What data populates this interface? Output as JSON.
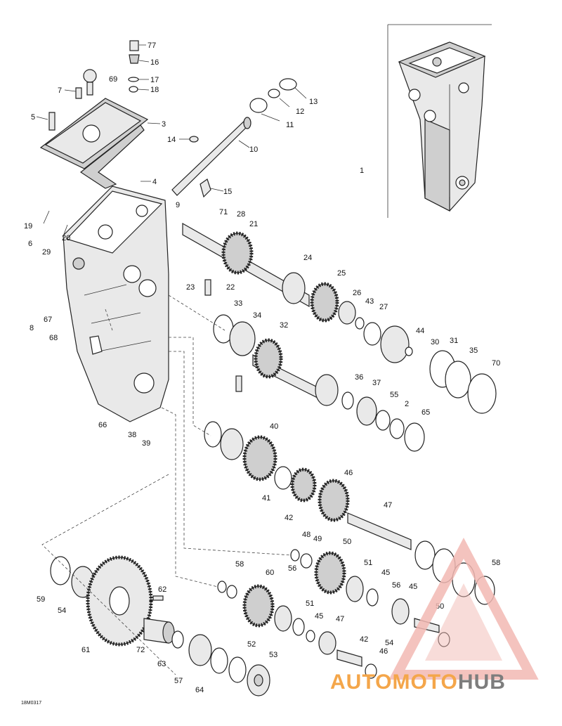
{
  "diagram_code": "18M0317",
  "watermark": {
    "part1": "AUTO",
    "part2": "MOTO",
    "part3": "HUB",
    "color_primary": "#f4a64a",
    "color_secondary": "#f2b9b3",
    "color_dark": "#7d7d7d"
  },
  "callouts": [
    "77",
    "16",
    "69",
    "17",
    "18",
    "7",
    "5",
    "3",
    "4",
    "13",
    "12",
    "11",
    "14",
    "10",
    "1",
    "9",
    "15",
    "19",
    "20",
    "6",
    "29",
    "71",
    "28",
    "21",
    "24",
    "23",
    "22",
    "25",
    "8",
    "67",
    "26",
    "43",
    "27",
    "68",
    "33",
    "34",
    "32",
    "44",
    "30",
    "31",
    "35",
    "70",
    "36",
    "37",
    "55",
    "2",
    "65",
    "66",
    "38",
    "39",
    "40",
    "41",
    "42",
    "46",
    "47",
    "48",
    "49",
    "50",
    "51",
    "45",
    "56",
    "58",
    "59",
    "54",
    "61",
    "60",
    "62",
    "72",
    "63",
    "57",
    "64",
    "52",
    "53"
  ]
}
